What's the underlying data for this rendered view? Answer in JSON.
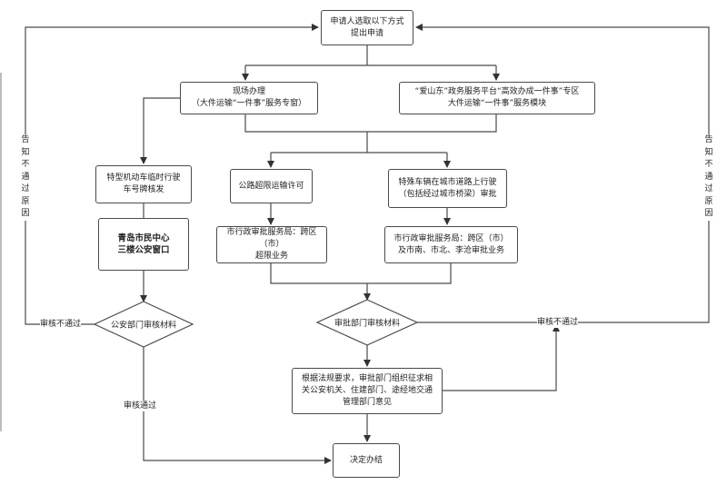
{
  "nodes": {
    "start": [
      "申请人选取以下方式",
      "提出申请"
    ],
    "onsite": [
      "现场办理",
      "（大件运输“一件事”服务专窗）"
    ],
    "online": [
      "“爱山东”政务服务平台“高效办成一件事”专区",
      "大件运输“一件事”服务模块"
    ],
    "plate": [
      "特型机动车临时行驶",
      "车号牌核发"
    ],
    "police_window": [
      "青岛市民中心",
      "三楼公安窗口"
    ],
    "highway": [
      "公路超限运输许可"
    ],
    "city_road": [
      "特殊车辆在城市道路上行驶",
      "（包括经过城市桥梁）审批"
    ],
    "city_admin_a": [
      "市行政审批服务局：跨区（市）",
      "超限业务"
    ],
    "city_admin_b": [
      "市行政审批服务局：跨区（市）",
      "及市南、市北、李沧审批业务"
    ],
    "consult": [
      "根据法规要求，审批部门组织征求相",
      "关公安机关、住建部门、途经地交通",
      "管理部门意见"
    ],
    "decision": [
      "决定办结"
    ]
  },
  "decisions": {
    "police_review": "公安部门审核材料",
    "dept_review": "审批部门审核材料"
  },
  "edge_labels": {
    "left_fail": "审核不通过",
    "right_fail": "审核不通过",
    "left_pass": "审核通过",
    "notify": [
      "告",
      "知",
      "不",
      "通",
      "过",
      "原",
      "因"
    ]
  },
  "colors": {
    "line": "#4a4a4a",
    "border": "#4a4a4a"
  }
}
